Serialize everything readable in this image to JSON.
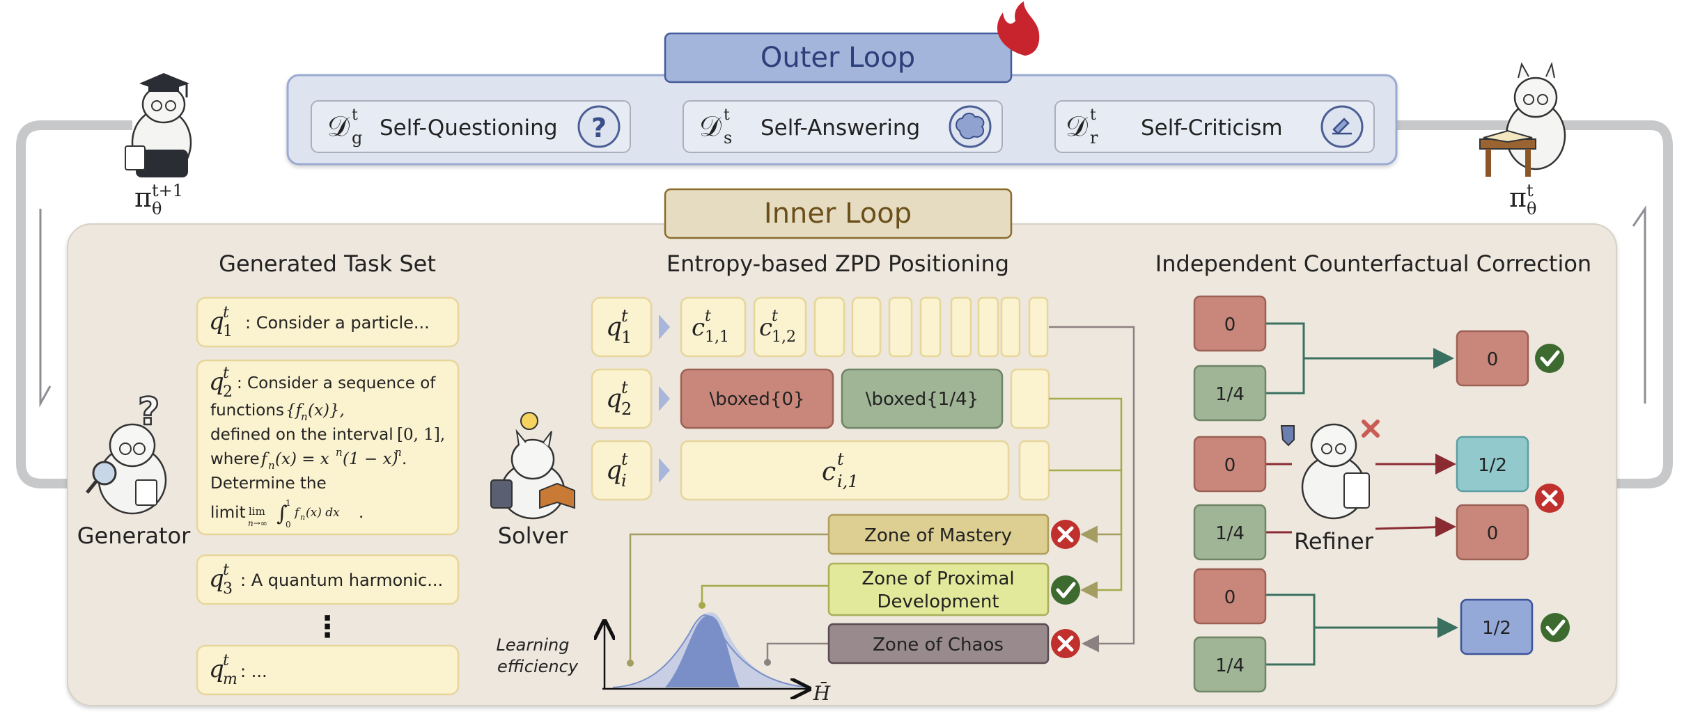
{
  "outer": {
    "title": "Outer Loop",
    "items": [
      {
        "sym": "𝒟",
        "sup": "t",
        "sub": "g",
        "label": "Self-Questioning",
        "icon": "question-icon"
      },
      {
        "sym": "𝒟",
        "sup": "t",
        "sub": "s",
        "label": "Self-Answering",
        "icon": "brain-icon"
      },
      {
        "sym": "𝒟",
        "sup": "t",
        "sub": "r",
        "label": "Self-Criticism",
        "icon": "pen-icon"
      }
    ]
  },
  "policies": {
    "left": {
      "sym": "π",
      "sub": "θ",
      "sup": "t+1"
    },
    "right": {
      "sym": "π",
      "sub": "θ",
      "sup": "t"
    }
  },
  "inner": {
    "title": "Inner Loop"
  },
  "taskset": {
    "heading": "Generated Task Set",
    "generator_label": "Generator",
    "q1": {
      "var": "q",
      "sub": "1",
      "sup": "t",
      "text": ": Consider a particle..."
    },
    "q2": {
      "var": "q",
      "sub": "2",
      "sup": "t",
      "line1": ": Consider a sequence of",
      "line2a": "functions",
      "line2b": "{f",
      "line2c": "n",
      "line2d": "(x)},",
      "line3a": "defined on the interval",
      "line3b": "[0, 1],",
      "line4a": "where",
      "line4b": "f",
      "line4c": "n",
      "line4d": "(x) = x",
      "line4e": "n",
      "line4f": "(1 − x)",
      "line4g": "n",
      "line4h": ".",
      "line5": "Determine the",
      "line6a": "limit",
      "line6b": "lim",
      "line6c": "n→∞",
      "line6d": "∫",
      "line6e": "1",
      "line6f": "0",
      "line6g": "f",
      "line6h": "n",
      "line6i": "(x) dx",
      "line6j": "."
    },
    "q3": {
      "var": "q",
      "sub": "3",
      "sup": "t",
      "text": ": A quantum harmonic..."
    },
    "dots": "⋮",
    "qm": {
      "var": "q",
      "sub": "m",
      "sup": "t",
      "text": ": ..."
    }
  },
  "zpd": {
    "heading": "Entropy-based ZPD Positioning",
    "solver_label": "Solver",
    "row1": {
      "var": "q",
      "sub": "1",
      "sup": "t",
      "c1": {
        "var": "c",
        "sub": "1,1",
        "sup": "t"
      },
      "c2": {
        "var": "c",
        "sub": "1,2",
        "sup": "t"
      }
    },
    "row2": {
      "var": "q",
      "sub": "2",
      "sup": "t",
      "a1": "\\boxed{0}",
      "a2": "\\boxed{1/4}"
    },
    "rowi": {
      "var": "q",
      "sub": "i",
      "sup": "t",
      "c1": {
        "var": "c",
        "sub": "i,1",
        "sup": "t"
      }
    },
    "zones": [
      {
        "label": "Zone of Mastery",
        "status": "wrong"
      },
      {
        "label1": "Zone of Proximal",
        "label2": "Development",
        "status": "correct"
      },
      {
        "label": "Zone of Chaos",
        "status": "wrong"
      }
    ],
    "ylabel1": "Learning",
    "ylabel2": "efficiency",
    "xlabel": "H̄"
  },
  "correction": {
    "heading": "Independent Counterfactual Correction",
    "refiner_label": "Refiner",
    "group1": {
      "inputs": [
        "0",
        "1/4"
      ],
      "output": "0",
      "status": "correct"
    },
    "group2": {
      "inputs": [
        "0",
        "1/4"
      ],
      "outputs": [
        "1/2",
        "0"
      ],
      "status": "wrong"
    },
    "group3": {
      "inputs": [
        "0",
        "1/4"
      ],
      "output": "1/2",
      "status": "correct"
    }
  },
  "colors": {
    "outer_fill": "#dde3ef",
    "outer_border": "#9aaad0",
    "outer_title_fill": "#a3b5da",
    "outer_title_text": "#2d3f7a",
    "inner_fill": "#ede7dd",
    "inner_title_fill": "#e6dcc2",
    "inner_title_border": "#8a6b2b",
    "inner_title_text": "#6b4f1a",
    "task_fill": "#fbf2cf",
    "task_border": "#e6d69a",
    "red_box": "#c9877b",
    "green_box": "#a0b496",
    "teal_box": "#91c9cc",
    "blue_box": "#95a9d9",
    "mastery": "#dccf91",
    "zpd": "#e2e99a",
    "chaos": "#988a8d",
    "correct": "#3d6a2e",
    "wrong": "#c0302d",
    "flame": "#c8242d",
    "curve": "#7a8fc8"
  }
}
